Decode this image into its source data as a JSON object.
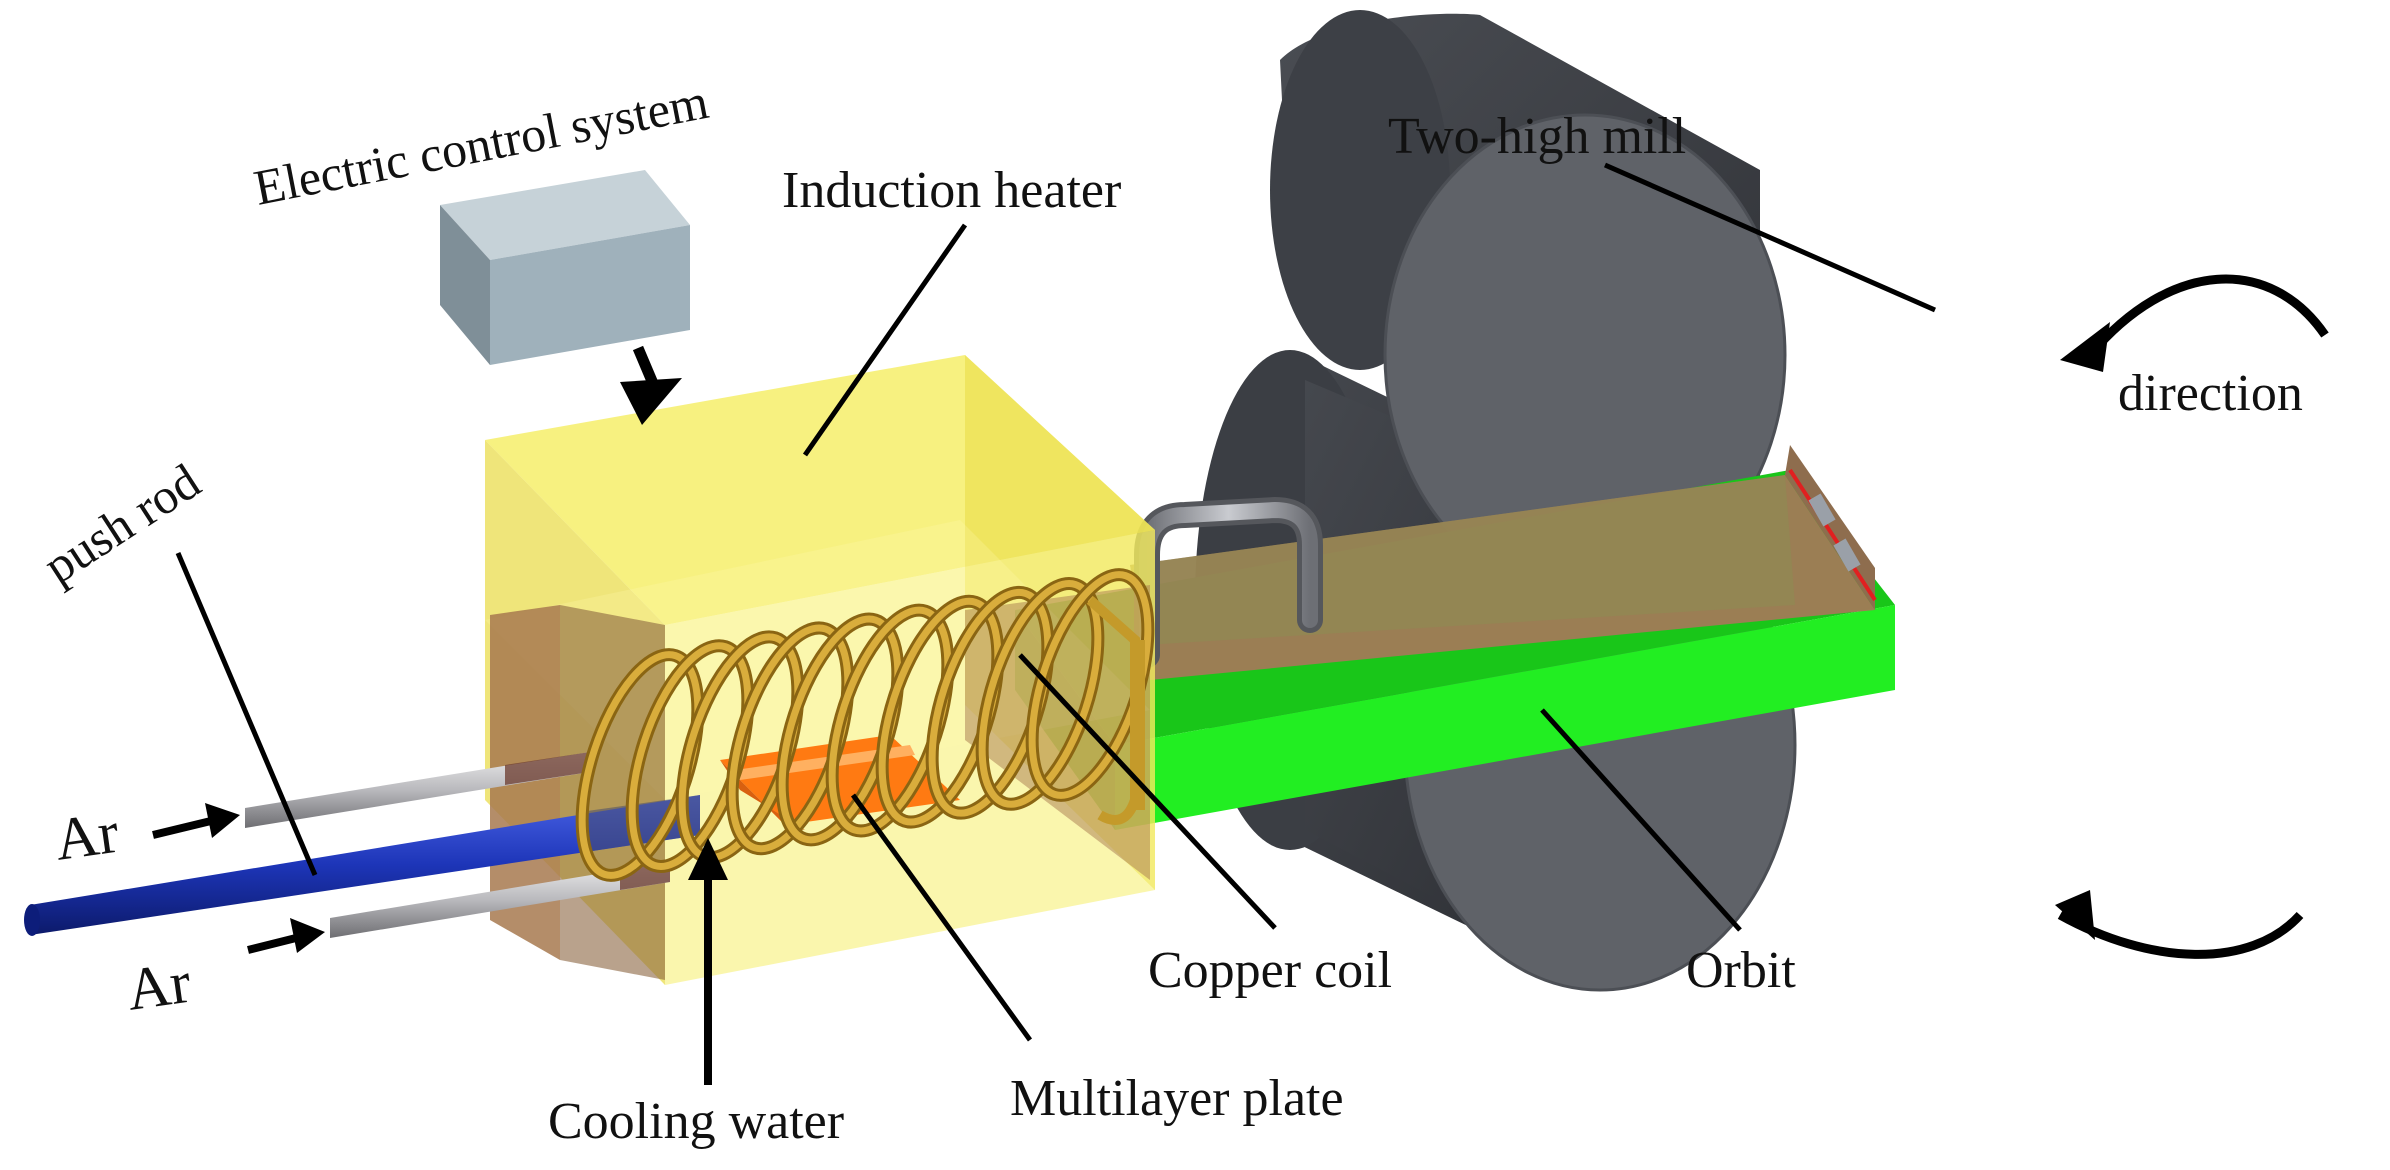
{
  "labels": {
    "electric_control_system": "Electric control system",
    "induction_heater": "Induction heater",
    "two_high_mill": "Two-high mill",
    "direction": "direction",
    "push_rod": "push rod",
    "ar_top": "Ar",
    "ar_bottom": "Ar",
    "copper_coil": "Copper coil",
    "orbit": "Orbit",
    "cooling_water": "Cooling water",
    "multilayer_plate": "Multilayer plate"
  },
  "colors": {
    "heater_box": "#f6ef6a",
    "control_box": "#9fb1bb",
    "coil": "#c49a2a",
    "orbit_green": "#22ee22",
    "tray_brown": "#a27a57",
    "push_rod_blue": "#1d35b8",
    "gas_pipe": "#b9b9bd",
    "mill_roll": "#5f6268",
    "plate_orange": "#ff7a12"
  }
}
